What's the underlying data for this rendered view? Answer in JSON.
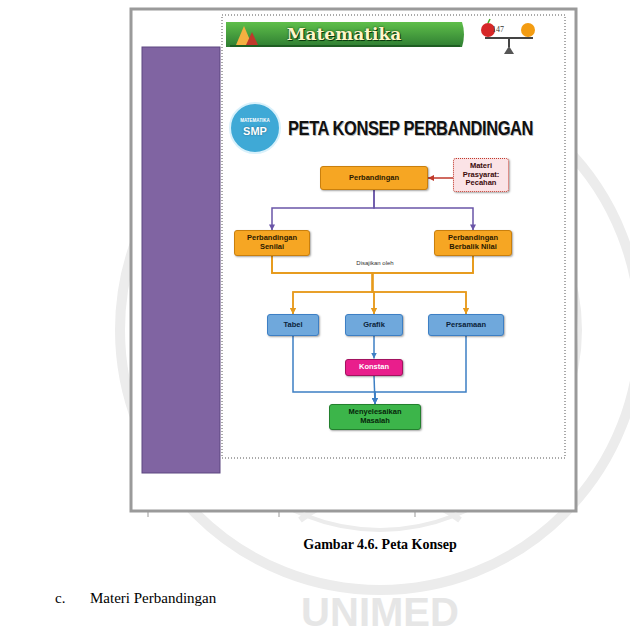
{
  "diagram": {
    "title": "PETA KONSEP PERBANDINGAN",
    "caption": "Gambar 4.6. Peta Konsep",
    "nodes": [
      {
        "text": [
          "Perbandingan"
        ]
      },
      {
        "text": [
          "Materi Prasyarat: Pecahan"
        ]
      },
      {
        "text": [
          "Perbandingan Senilai"
        ]
      },
      {
        "text": [
          "Perbandingan Berbalik Nilai"
        ]
      },
      {
        "text": [
          "Tabel"
        ]
      },
      {
        "text": [
          "Grafik"
        ]
      },
      {
        "text": [
          "Persamaan"
        ]
      },
      {
        "text": [
          "Konstan"
        ]
      },
      {
        "text": [
          "Menyelesaikan Masalah"
        ]
      }
    ],
    "edges": [
      {
        "from": 1,
        "to": 0,
        "arrow": "to"
      },
      {
        "from": 0,
        "to": 2,
        "arrow": "to"
      },
      {
        "from": 0,
        "to": 3,
        "arrow": "to"
      },
      {
        "from": 2,
        "to": 4,
        "arrow": "to"
      },
      {
        "from": 2,
        "to": 5,
        "arrow": "to"
      },
      {
        "from": 2,
        "to": 6,
        "arrow": "to"
      },
      {
        "from": 3,
        "to": 4,
        "arrow": "to"
      },
      {
        "from": 3,
        "to": 5,
        "arrow": "to"
      },
      {
        "from": 3,
        "to": 6,
        "arrow": "to"
      },
      {
        "from": 5,
        "to": 7,
        "arrow": "to"
      },
      {
        "from": 4,
        "to": 8,
        "arrow": "to"
      },
      {
        "from": 7,
        "to": 8,
        "arrow": "to"
      },
      {
        "from": 6,
        "to": 8,
        "arrow": "to"
      }
    ],
    "labels": [
      "147",
      "Matematika",
      "MATEMATIKA",
      "SMP",
      "Disajikan oleh",
      "c.",
      "Materi Perbandingan",
      "UNIMED"
    ]
  }
}
